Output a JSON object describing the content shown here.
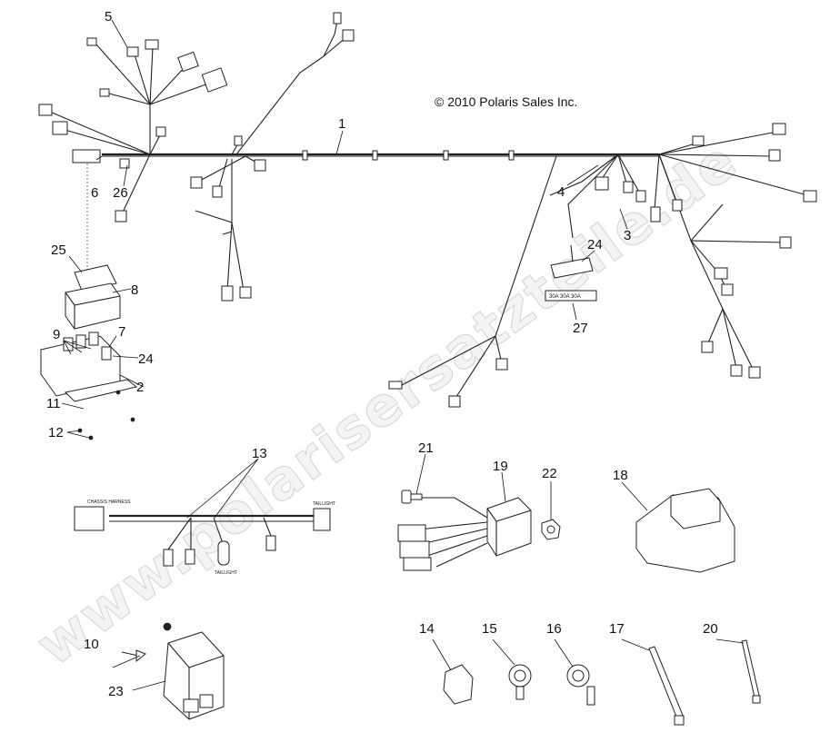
{
  "watermark": "www.polarisersatzteile.de",
  "copyright": "© 2010 Polaris Sales Inc.",
  "fuse_label": "30A 30A 30A",
  "connector_labels": {
    "harness_left": "CHASSIS HARNESS",
    "harness_right": "TAILLIGHT",
    "taillight": "TAILLIGHT"
  },
  "callouts": [
    "1",
    "2",
    "3",
    "4",
    "5",
    "6",
    "7",
    "8",
    "9",
    "10",
    "11",
    "12",
    "13",
    "14",
    "15",
    "16",
    "17",
    "18",
    "19",
    "20",
    "21",
    "22",
    "23",
    "24",
    "24",
    "25",
    "26",
    "27"
  ]
}
